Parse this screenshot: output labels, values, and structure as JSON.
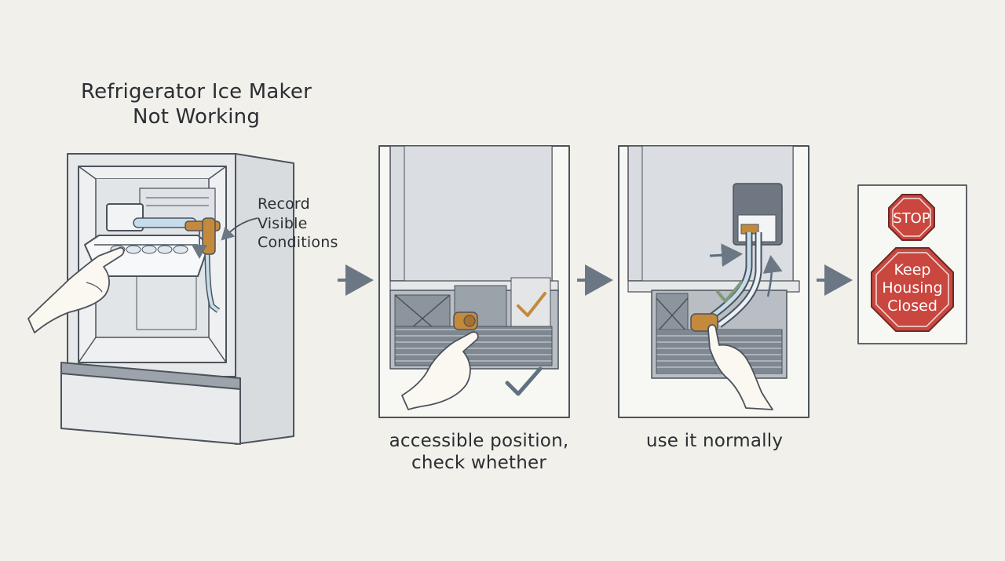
{
  "title": [
    "Refrigerator Ice Maker",
    "Not Working"
  ],
  "step1": {
    "note": [
      "Record",
      "Visible",
      "Conditions"
    ]
  },
  "step2": {
    "caption": [
      "accessible position,",
      "check whether"
    ]
  },
  "step3": {
    "caption": [
      "use it normally"
    ]
  },
  "step4": {
    "stop_sign": "STOP",
    "warning_sign": [
      "Keep",
      "Housing",
      "Closed"
    ]
  },
  "colors": {
    "background": "#f1f0ea",
    "fridge_body": "#e4e6e8",
    "panel": "#d5d8dc",
    "grille": "#8e969e",
    "brass": "#c48a3c",
    "tube": "#c5dceb",
    "arrow": "#6b7784",
    "check": "#5e7081",
    "stop_red": "#c9473f",
    "outline": "#4c535b"
  },
  "icons": [
    "pointing-hand-icon",
    "check-mark-icon",
    "arrow-right-icon",
    "stop-sign-icon",
    "water-valve-icon"
  ]
}
